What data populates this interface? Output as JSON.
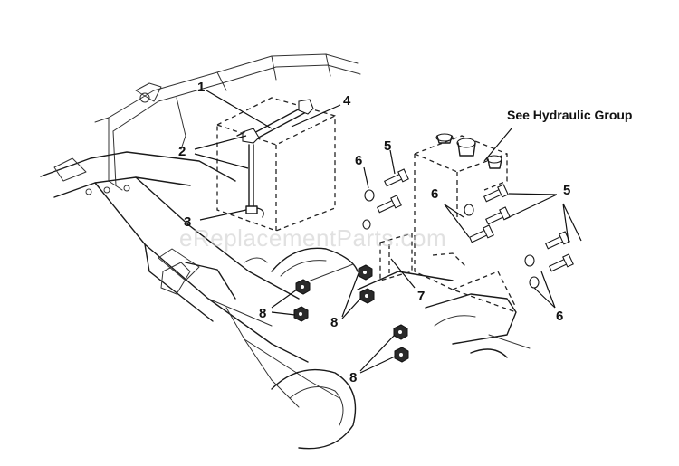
{
  "diagram": {
    "callouts": {
      "c1": "1",
      "c2": "2",
      "c3": "3",
      "c4": "4",
      "c5a": "5",
      "c5b": "5",
      "c6a": "6",
      "c6b": "6",
      "c6c": "6",
      "c7": "7",
      "c8a": "8",
      "c8b": "8",
      "c8c": "8"
    },
    "hydraulic_label": "See Hydraulic Group",
    "watermark": "eReplacementParts.com"
  }
}
